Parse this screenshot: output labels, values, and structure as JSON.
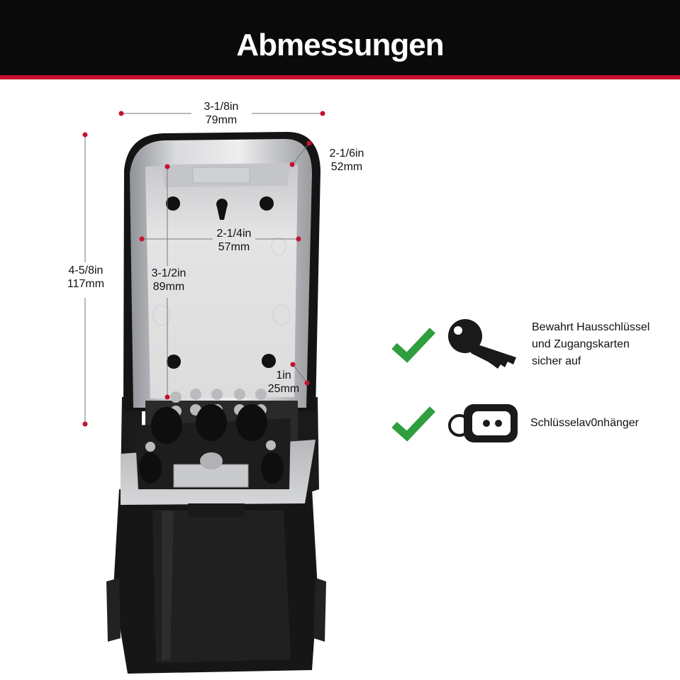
{
  "header": {
    "title": "Abmessungen"
  },
  "dimensions": {
    "width_outer": {
      "imperial": "3-1/8in",
      "metric": "79mm"
    },
    "depth": {
      "imperial": "2-1/6in",
      "metric": "52mm"
    },
    "height_outer": {
      "imperial": "4-5/8in",
      "metric": "117mm"
    },
    "width_inner": {
      "imperial": "2-1/4in",
      "metric": "57mm"
    },
    "height_inner": {
      "imperial": "3-1/2in",
      "metric": "89mm"
    },
    "depth_inner": {
      "imperial": "1in",
      "metric": "25mm"
    }
  },
  "features": [
    {
      "icon": "key-icon",
      "lines": [
        "Bewahrt Hausschlüssel",
        "und Zugangskarten",
        "sicher auf"
      ]
    },
    {
      "icon": "key-fob-icon",
      "lines": [
        "Schlüsselav0nhänger"
      ]
    }
  ],
  "colors": {
    "accent": "#c8102e",
    "check": "#2e9e3e",
    "header_bg": "#0a0a0a"
  }
}
